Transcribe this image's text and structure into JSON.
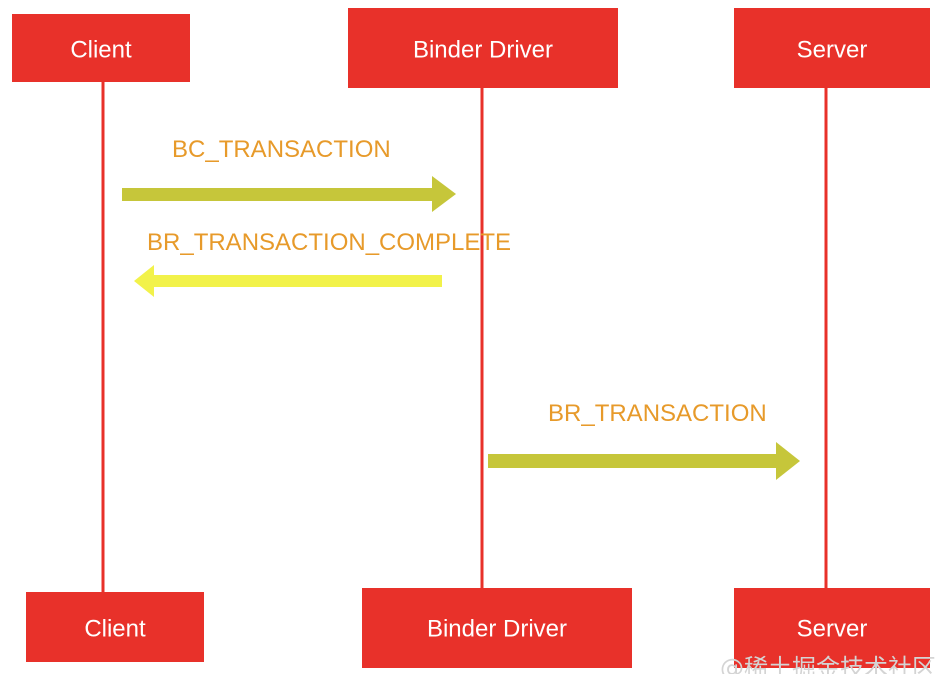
{
  "colors": {
    "actor_fill": "#e8312a",
    "actor_text": "#ffffff",
    "lifeline": "#e8312a",
    "message_label": "#e79a2a",
    "arrow_olive": "#c6c63a",
    "arrow_yellow": "#f2f24a"
  },
  "actors": {
    "top": [
      {
        "id": "client",
        "label": "Client"
      },
      {
        "id": "binder",
        "label": "Binder Driver"
      },
      {
        "id": "server",
        "label": "Server"
      }
    ],
    "bottom": [
      {
        "id": "client",
        "label": "Client"
      },
      {
        "id": "binder",
        "label": "Binder Driver"
      },
      {
        "id": "server",
        "label": "Server"
      }
    ]
  },
  "messages": [
    {
      "label": "BC_TRANSACTION",
      "from": "client",
      "to": "binder",
      "direction": "right",
      "color": "#c6c63a"
    },
    {
      "label": "BR_TRANSACTION_COMPLETE",
      "from": "binder",
      "to": "client",
      "direction": "left",
      "color": "#f2f24a"
    },
    {
      "label": "BR_TRANSACTION",
      "from": "binder",
      "to": "server",
      "direction": "right",
      "color": "#c6c63a"
    }
  ],
  "watermark": "@稀土掘金技术社区"
}
